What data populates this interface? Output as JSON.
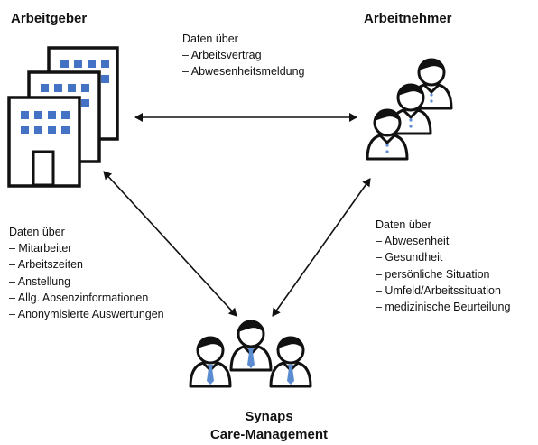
{
  "employer": {
    "heading": "Arbeitgeber",
    "data_title": "Daten über",
    "data_items": [
      "– Mitarbeiter",
      "– Arbeitszeiten",
      "– Anstellung",
      "– Allg. Absenzinformationen",
      "– Anonymisierte Auswertungen"
    ]
  },
  "employee": {
    "heading": "Arbeitnehmer",
    "data_title": "Daten über",
    "data_items": [
      "– Abwesenheit",
      "– Gesundheit",
      "– persönliche Situation",
      "– Umfeld/Arbeitssituation",
      "– medizinische Beurteilung"
    ]
  },
  "shared": {
    "data_title": "Daten über",
    "data_items": [
      "– Arbeitsvertrag",
      "– Abwesenheitsmeldung"
    ]
  },
  "synaps": {
    "title_line1": "Synaps",
    "title_line2": "Care-Management"
  },
  "colors": {
    "outline": "#111111",
    "window_blue": "#4472c4",
    "tie_blue": "#5b8bd0"
  },
  "icons": {
    "employer": "office-buildings-icon",
    "employee": "employee-group-icon",
    "synaps": "care-team-icon"
  }
}
